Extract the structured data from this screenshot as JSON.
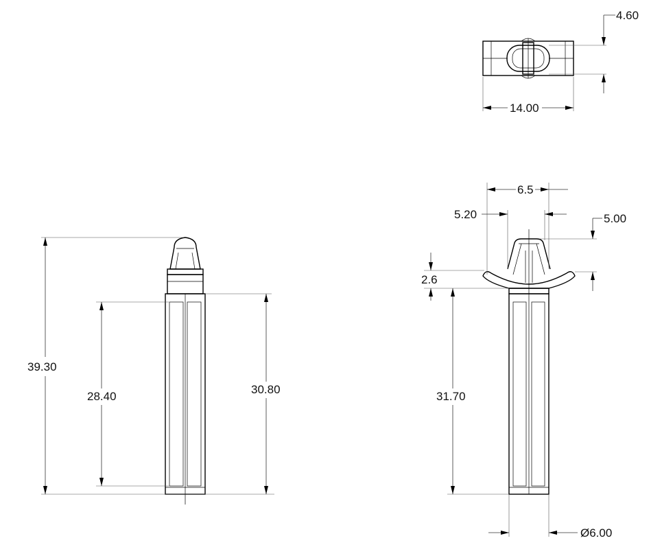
{
  "dimensions": {
    "top_height": "4.60",
    "top_width": "14.00",
    "total_length": "39.30",
    "slot_length": "28.40",
    "body_length": "30.80",
    "head_outer_width": "6.5",
    "head_inner_width": "5.20",
    "head_height": "5.00",
    "flange_thickness": "2.6",
    "shank_length": "31.70",
    "shank_diameter": "Ø6.00"
  }
}
